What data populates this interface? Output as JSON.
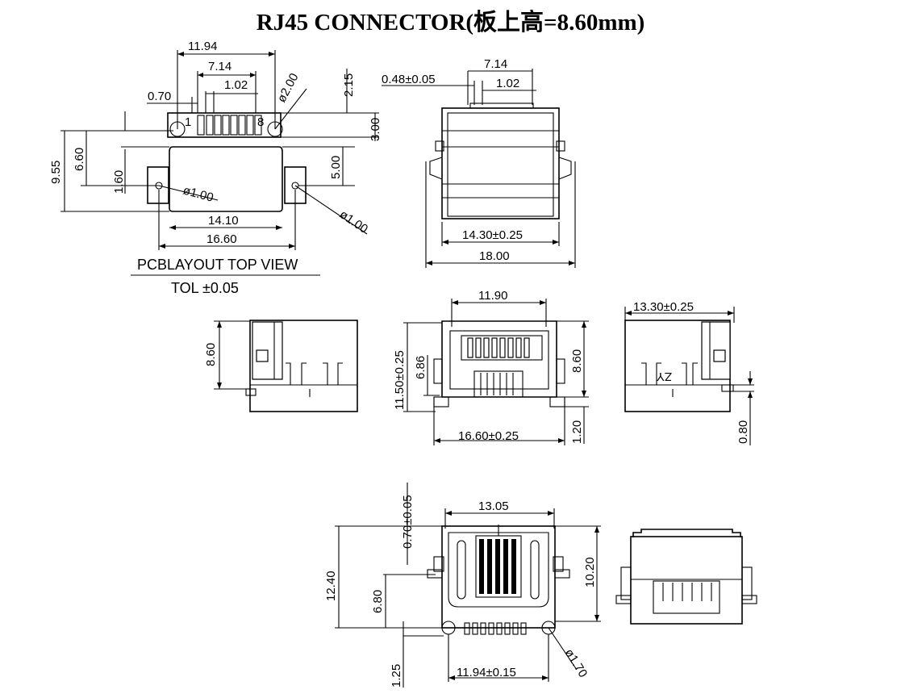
{
  "title": "RJ45 CONNECTOR(板上高=8.60mm)",
  "top_view": {
    "d_11_94": "11.94",
    "d_7_14": "7.14",
    "d_1_02": "1.02",
    "d_0_70": "0.70",
    "d_2_00": "ø2.00",
    "d_2_15": "2.15",
    "d_3_00": "3.00",
    "d_9_55": "9.55",
    "d_6_60": "6.60",
    "d_1_60": "1.60",
    "d_5_00": "5.00",
    "d_1_00a": "ø1.00",
    "d_1_00b": "ø1.00",
    "d_14_10": "14.10",
    "d_16_60": "16.60",
    "pin_1": "1",
    "pin_8": "8",
    "caption": "PCBLAYOUT TOP VIEW",
    "tol": "TOL ±0.05"
  },
  "top_right": {
    "d_0_48": "0.48±0.05",
    "d_7_14": "7.14",
    "d_1_02": "1.02",
    "d_14_30": "14.30±0.25",
    "d_18_00": "18.00"
  },
  "side_left": {
    "d_8_60": "8.60"
  },
  "front": {
    "d_11_90": "11.90",
    "d_11_50": "11.50±0.25",
    "d_6_86": "6.86",
    "d_8_60": "8.60",
    "d_1_20": "1.20",
    "d_16_60": "16.60±0.25"
  },
  "side_right": {
    "d_13_30": "13.30±0.25",
    "d_0_80": "0.80",
    "mark": "ZY"
  },
  "bottom": {
    "d_0_70": "0.70±0.05",
    "d_13_05": "13.05",
    "d_12_40": "12.40",
    "d_6_80": "6.80",
    "d_10_20": "10.20",
    "d_1_25": "1.25",
    "d_11_94": "11.94±0.15",
    "d_1_70": "ø1.70"
  }
}
